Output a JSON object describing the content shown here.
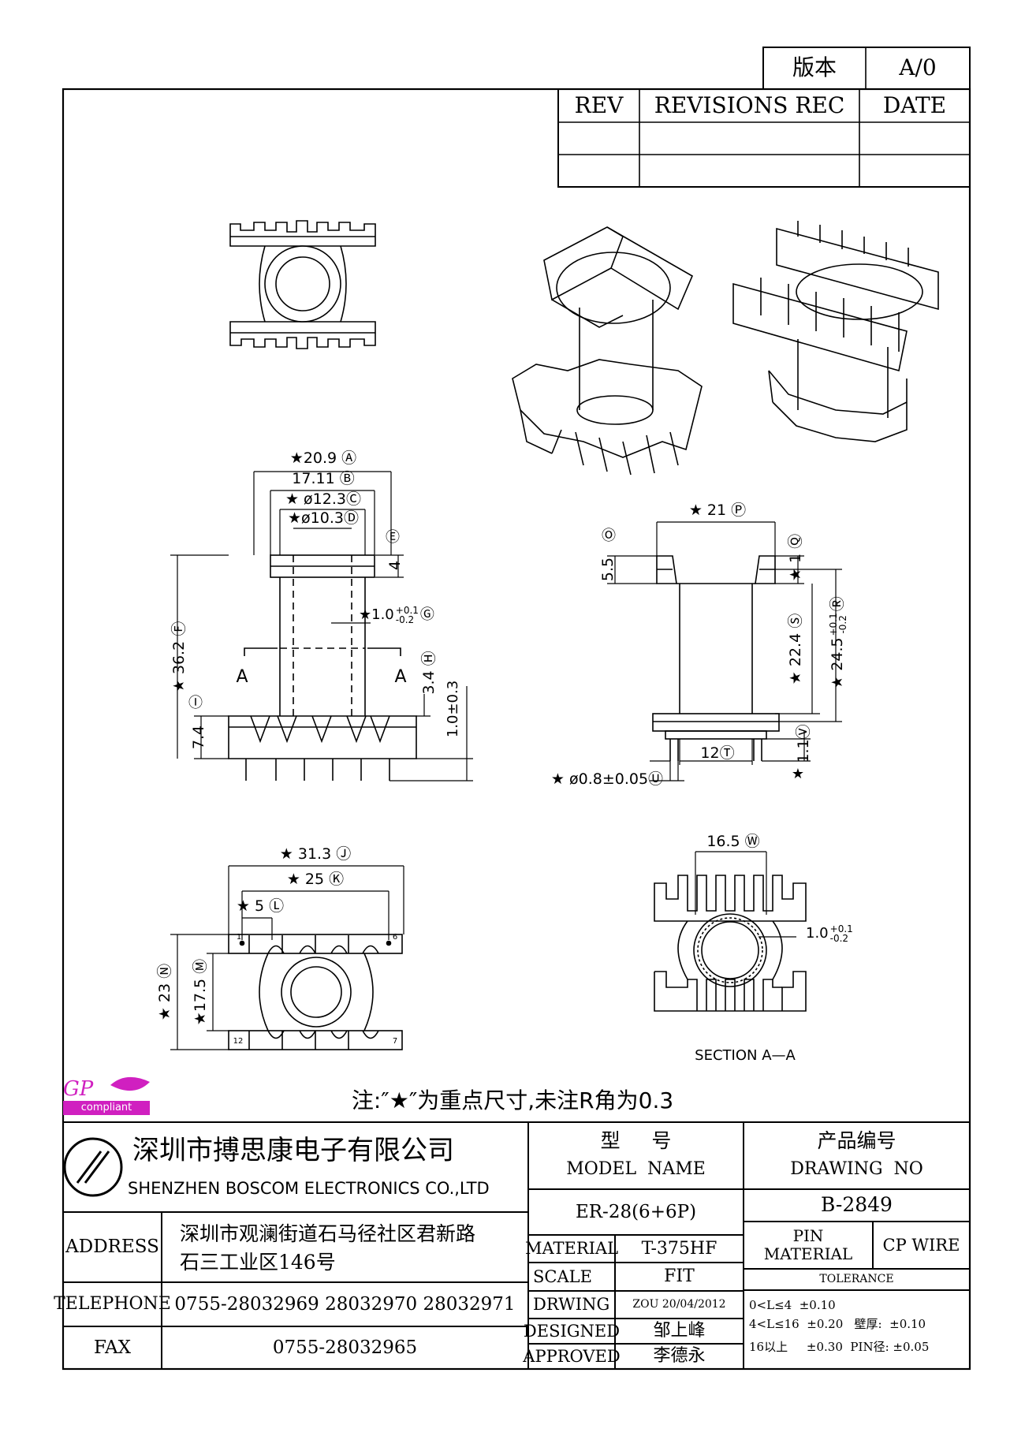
{
  "version_box": {
    "label": "版本",
    "value": "A/0"
  },
  "revisions": {
    "headers": [
      "REV",
      "REVISIONS REC",
      "DATE"
    ]
  },
  "dims": {
    "d1": "★20.9 Ⓐ",
    "d2": "17.11 Ⓑ",
    "d3": "★ ø12.3Ⓒ",
    "d4": "★ø10.3Ⓓ",
    "e_circle": "Ⓔ",
    "e_val": "4",
    "g_pre": "★1.0",
    "g_up": "+0.1",
    "g_dn": "-0.2",
    "g_circle": "Ⓖ",
    "f_val": "★ 36.2 Ⓕ",
    "sec_a1": "A",
    "sec_a2": "A",
    "h_val": "3.4 Ⓗ",
    "i_circle": "Ⓘ",
    "i_val": "7.4",
    "pin_len": "1.0±0.3",
    "p_val": "★ 21 Ⓟ",
    "o_circle": "Ⓞ",
    "o_val": "5.5",
    "q_val": "★ 1 Ⓠ",
    "s_val": "★ 22.4 Ⓢ",
    "r_pre": "★ 24.5",
    "r_up": "+0.1",
    "r_dn": "-0.2",
    "r_circle": "Ⓡ",
    "t_val": "12Ⓣ",
    "v_val": "1.1Ⓥ",
    "star_alone": "★",
    "u_val": "★ ø0.8±0.05Ⓤ",
    "j_val": "★ 31.3 Ⓙ",
    "k_val": "★ 25 Ⓚ",
    "l_val": "★ 5 Ⓛ",
    "n_val": "★ 23 Ⓝ",
    "m_val": "★17.5 Ⓜ",
    "pin1": "1",
    "pin6": "6",
    "pin12": "12",
    "pin7": "7",
    "w_val": "16.5 Ⓦ",
    "wall_pre": "1.0",
    "wall_up": "+0.1",
    "wall_dn": "-0.2",
    "section": "SECTION  A—A"
  },
  "logo": {
    "gp": "GP",
    "compliant": "compliant"
  },
  "note": "注:″★″为重点尺寸,未注R角为0.3",
  "title_block": {
    "company_cn": "深圳市搏思康电子有限公司",
    "company_en": "SHENZHEN BOSCOM ELECTRONICS CO.,LTD",
    "model_cn": "型     号",
    "model_en": "MODEL  NAME",
    "drawing_cn": "产品编号",
    "drawing_en": "DRAWING  NO",
    "model_value": "ER-28(6+6P)",
    "drawing_value": "B-2849",
    "address_label": "ADDRESS",
    "address_line1": "深圳市观澜街道石马径社区君新路",
    "address_line2": "石三工业区146号",
    "telephone_label": "TELEPHONE",
    "telephone_value": "0755-28032969 28032970 28032971",
    "fax_label": "FAX",
    "fax_value": "0755-28032965",
    "material_label": "MATERIAL",
    "material_value": "T-375HF",
    "scale_label": "SCALE",
    "scale_value": "FIT",
    "drawing_label": "DRWING",
    "drawing_value2": "ZOU 20/04/2012",
    "designed_label": "DESIGNED",
    "designed_value": "邹上峰",
    "approved_label": "APPROVED",
    "approved_value": "李德永",
    "pin_material_label": "PIN\nMATERIAL",
    "pin_material_value": "CP WIRE",
    "tolerance_label": "TOLERANCE",
    "tol1": "0<L≤4  ±0.10",
    "tol2": "4<L≤16  ±0.20   壁厚:  ±0.10",
    "tol3": "16以上     ±0.30  PIN径: ±0.05"
  }
}
